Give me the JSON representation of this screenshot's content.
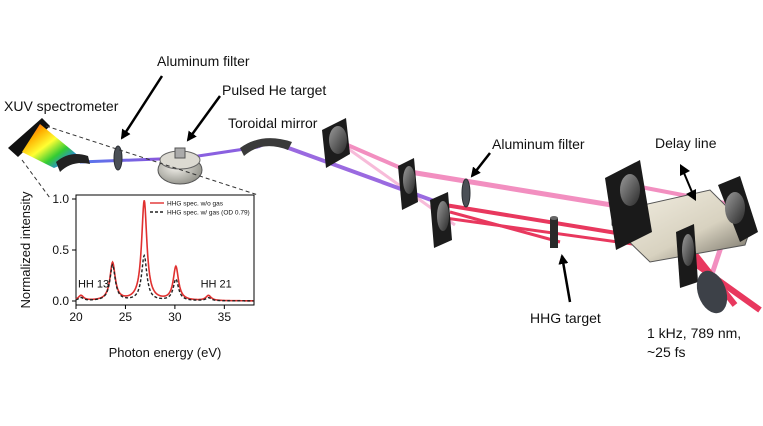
{
  "labels": {
    "xuv_spectrometer": "XUV spectrometer",
    "aluminum_filter_1": "Aluminum filter",
    "pulsed_he_target": "Pulsed He target",
    "toroidal_mirror": "Toroidal mirror",
    "aluminum_filter_2": "Aluminum filter",
    "delay_line": "Delay line",
    "hhg_target": "HHG target",
    "laser_params": "1 kHz, 789 nm,\n~25 fs"
  },
  "colors": {
    "xuv_beam": "#7a52d6",
    "ir_beam_light": "#f28fc0",
    "ir_beam_dark": "#e8385e",
    "spectrum_red": "#e0302f",
    "spectrum_dash": "#222222"
  },
  "chart_data": {
    "type": "line",
    "xlabel": "Photon energy (eV)",
    "ylabel": "Normalized intensity",
    "xlim": [
      20,
      38
    ],
    "ylim": [
      0,
      1.0
    ],
    "xticks": [
      20,
      25,
      30,
      35
    ],
    "yticks": [
      0.0,
      0.5,
      1.0
    ],
    "ytick_labels": [
      "0.0",
      "0.5",
      "1.0"
    ],
    "legend": "top-right",
    "annotations": [
      {
        "text": "HH 13",
        "x": 20.2,
        "y": 0.13
      },
      {
        "text": "HH 21",
        "x": 32.6,
        "y": 0.13
      }
    ],
    "series": [
      {
        "name": "HHG spec. w/o gas",
        "style": "solid",
        "peaks": [
          {
            "x": 20.5,
            "y": 0.05
          },
          {
            "x": 23.7,
            "y": 0.37
          },
          {
            "x": 26.9,
            "y": 0.98
          },
          {
            "x": 30.1,
            "y": 0.33
          },
          {
            "x": 33.4,
            "y": 0.05
          }
        ]
      },
      {
        "name": "HHG spec. w/ gas (OD 0.79)",
        "style": "dashed",
        "peaks": [
          {
            "x": 20.5,
            "y": 0.03
          },
          {
            "x": 23.7,
            "y": 0.35
          },
          {
            "x": 26.9,
            "y": 0.44
          },
          {
            "x": 30.1,
            "y": 0.21
          },
          {
            "x": 33.4,
            "y": 0.03
          }
        ]
      }
    ]
  }
}
